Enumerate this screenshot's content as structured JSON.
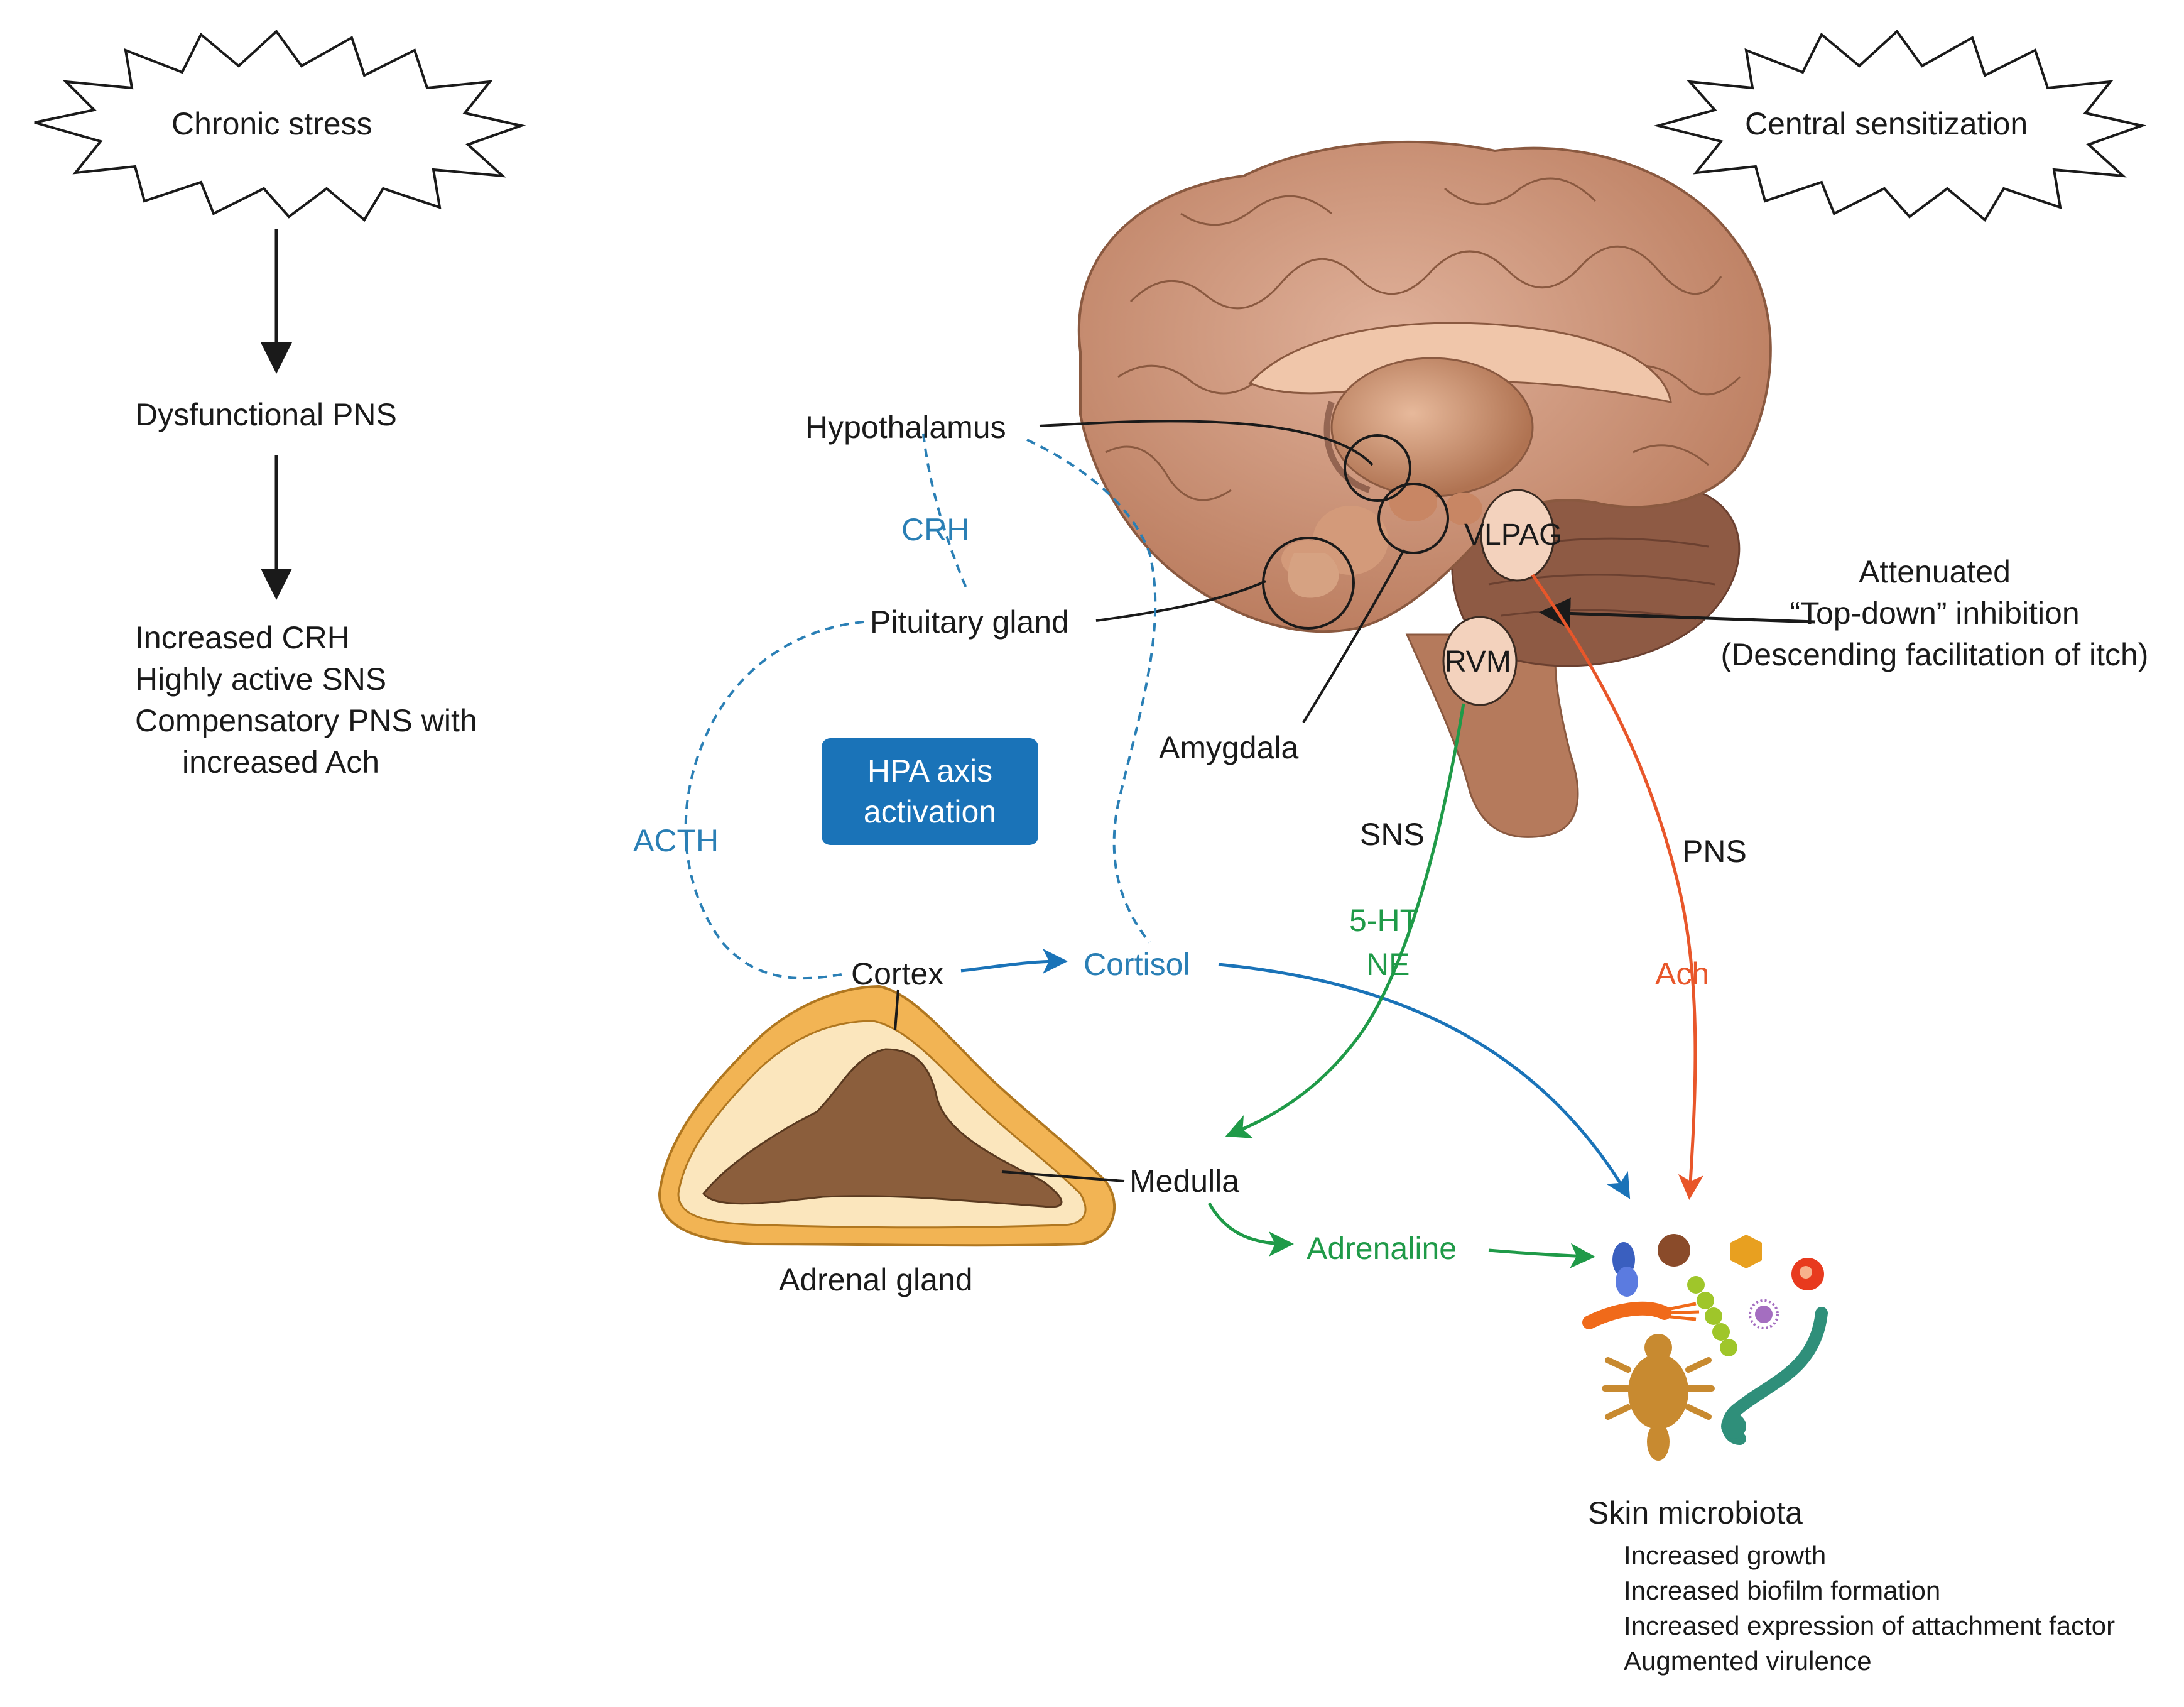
{
  "stress_box": {
    "label": "Chronic stress"
  },
  "sensitization_box": {
    "label": "Central sensitization"
  },
  "left_chain": {
    "step1": "Dysfunctional PNS",
    "step2_lines": [
      "Increased CRH",
      "Highly active SNS",
      "Compensatory PNS with",
      "increased Ach"
    ]
  },
  "brain_labels": {
    "hypothalamus": "Hypothalamus",
    "pituitary": "Pituitary gland",
    "amygdala": "Amygdala",
    "vlpag": "VLPAG",
    "rvm": "RVM"
  },
  "hormones": {
    "crh": "CRH",
    "acth": "ACTH",
    "cortisol": "Cortisol",
    "adrenaline": "Adrenaline",
    "serotonin": "5-HT",
    "ne": "NE",
    "ach": "Ach"
  },
  "pathways": {
    "sns": "SNS",
    "pns": "PNS"
  },
  "hpa_box": {
    "line1": "HPA axis",
    "line2": "activation"
  },
  "inhibition": {
    "line1": "Attenuated",
    "line2": "“Top-down” inhibition",
    "line3": "(Descending facilitation of itch)"
  },
  "adrenal": {
    "cortex": "Cortex",
    "medulla": "Medulla",
    "gland": "Adrenal gland"
  },
  "microbiota": {
    "title": "Skin microbiota",
    "effects": [
      "Increased growth",
      "Increased biofilm formation",
      "Increased expression of attachment factor",
      "Augmented virulence"
    ]
  },
  "colors": {
    "blue": "#2a7fb5",
    "green": "#1f9a48",
    "orange": "#e8562a",
    "hpa_box": "#1a73b8",
    "brain": "#c98c6e"
  }
}
